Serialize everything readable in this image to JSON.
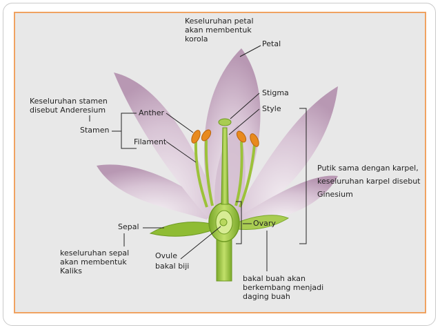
{
  "labels": {
    "korola": "Keseluruhan petal\nakan membentuk\nkorola",
    "petal": "Petal",
    "stigma": "Stigma",
    "style": "Style",
    "anderesium": "Keseluruhan stamen\ndisebut Anderesium",
    "anther": "Anther",
    "stamen": "Stamen",
    "filament": "Filament",
    "ginesium": "Putik sama dengan karpel,\nkeseluruhan karpel disebut\nGinesium",
    "sepal": "Sepal",
    "ovary": "Ovary",
    "kaliks": "keseluruhan sepal\nakan membentuk\nKaliks",
    "ovule": "Ovule\nbakal biji",
    "daging_buah": "bakal buah akan\nberkembang menjadi\ndaging buah"
  },
  "colors": {
    "frame_border": "#f0a260",
    "frame_fill": "#e8e8e8",
    "petal": "#cfb8cc",
    "petal_shade": "#b89ab5",
    "green": "#9cc23a",
    "green_dark": "#6e9a22",
    "anther": "#e88a1e"
  }
}
